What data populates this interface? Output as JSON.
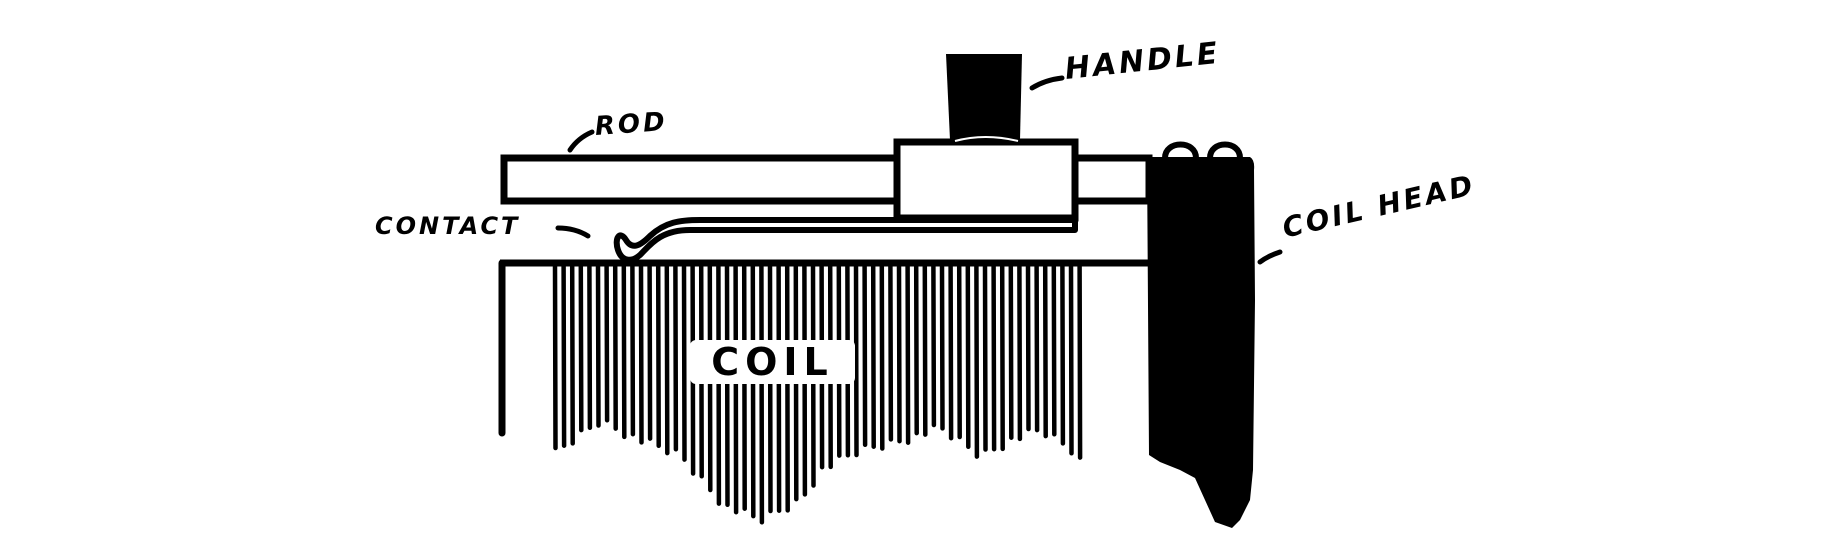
{
  "figure": {
    "type": "mechanical illustration",
    "subject": "sliding-contact coil (rheostat / tuning coil)",
    "colors": {
      "ink": "#000000",
      "paper": "#ffffff"
    }
  },
  "labels": {
    "rod": "ROD",
    "handle": "HANDLE",
    "contact": "CONTACT",
    "coil_head": "COIL HEAD",
    "coil": "COIL"
  }
}
